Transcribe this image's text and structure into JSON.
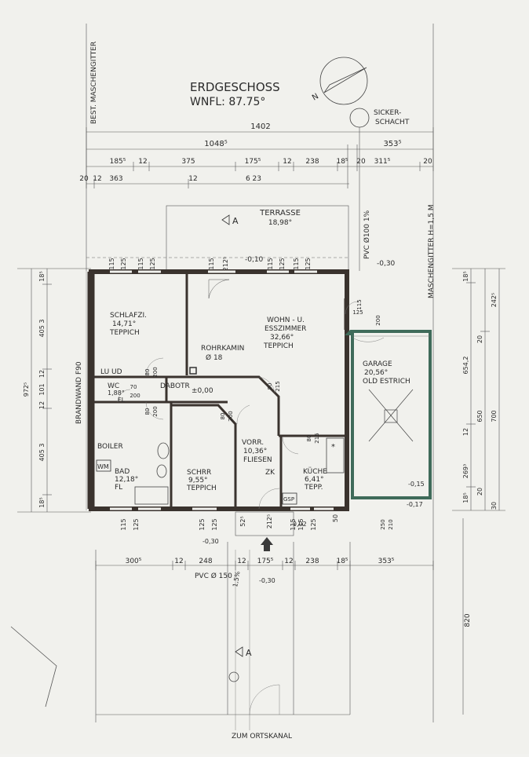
{
  "header": {
    "title": "ERDGESCHOSS",
    "area": "WNFL: 87.75°",
    "seepage": "SICKER-\nSCHACHT",
    "fence_left": "BEST. MASCHENGITTER",
    "fence_right": "MASCHENGITTER H=1,5 M",
    "firewall": "BRANDWAND F90",
    "pipe_top": "PVC Ø100 1%",
    "pipe_bottom": "PVC Ø 150",
    "slope_bottom": "1,5%",
    "sewer": "ZUM ORTSKANAL",
    "north": "N",
    "section": "A"
  },
  "rooms": [
    {
      "id": "terrasse",
      "name": "TERRASSE",
      "area": "18,98°",
      "floor": ""
    },
    {
      "id": "schlafzi",
      "name": "SCHLAFZI.",
      "area": "14,71°",
      "floor": "TEPPICH"
    },
    {
      "id": "wohn",
      "name": "WOHN - U.\nESSZIMMER",
      "area": "32,66°",
      "floor": "TEPPICH"
    },
    {
      "id": "garage",
      "name": "GARAGE",
      "area": "20,56°",
      "floor": "OLD ESTRICH"
    },
    {
      "id": "wc",
      "name": "WC",
      "area": "1,88°",
      "floor": "FL"
    },
    {
      "id": "bad",
      "name": "BAD",
      "area": "12,18°",
      "floor": "FL"
    },
    {
      "id": "schrr",
      "name": "SCHRR",
      "area": "9,55°",
      "floor": "TEPPICH"
    },
    {
      "id": "vorr",
      "name": "VORR.",
      "area": "10,36°",
      "floor": "FLIESEN"
    },
    {
      "id": "kueche",
      "name": "KÜCHE",
      "area": "6,41°",
      "floor": "TEPP."
    }
  ],
  "labels": {
    "rohrkamin": "ROHRKAMIN",
    "rohrkamin_d": "Ø 18",
    "boiler": "BOILER",
    "wm": "WM",
    "luud": "LU UD",
    "dabotr": "DABOTR",
    "zk": "ZK",
    "gsp": "GSP"
  },
  "levels": [
    "-0,10",
    "±0,00",
    "-0,30",
    "-0,15",
    "-0,17",
    "-0,30",
    "-0,30",
    "-0,02"
  ],
  "dims_top": {
    "total": "1402",
    "house": "1048⁵",
    "right": "353⁵",
    "row2": [
      "185⁵",
      "12",
      "375",
      "175⁵",
      "12",
      "238",
      "18⁵",
      "20",
      "311⁵",
      "20"
    ],
    "row3": [
      "20",
      "12",
      "363",
      "12",
      "6 23"
    ]
  },
  "dims_bottom": {
    "row": [
      "300⁵",
      "12",
      "248",
      "12",
      "175⁵",
      "12",
      "238",
      "18⁵",
      "353⁵"
    ],
    "depth": "820"
  },
  "dims_left": [
    "18⁵",
    "405 3",
    "972⁵",
    "12",
    "101",
    "12",
    "405 3",
    "18⁵"
  ],
  "dims_right": [
    "18⁵",
    "242⁵",
    "20",
    "654,2",
    "12",
    "650",
    "700",
    "269³",
    "18⁵",
    "20",
    "30"
  ],
  "openings_top": [
    "115",
    "125",
    "115",
    "125",
    "115",
    "212⁵",
    "115",
    "125",
    "115",
    "125"
  ],
  "openings_bottom": [
    "115",
    "125",
    "125",
    "125",
    "52⁵",
    "212⁵",
    "115",
    "125",
    "115",
    "50"
  ],
  "garage_dims": [
    "115",
    "125",
    "200",
    "250",
    "210"
  ],
  "door_marks": [
    "80",
    "200",
    "80",
    "200",
    "80",
    "200",
    "80",
    "215",
    "80",
    "215",
    "80",
    "215",
    "70",
    "200"
  ]
}
